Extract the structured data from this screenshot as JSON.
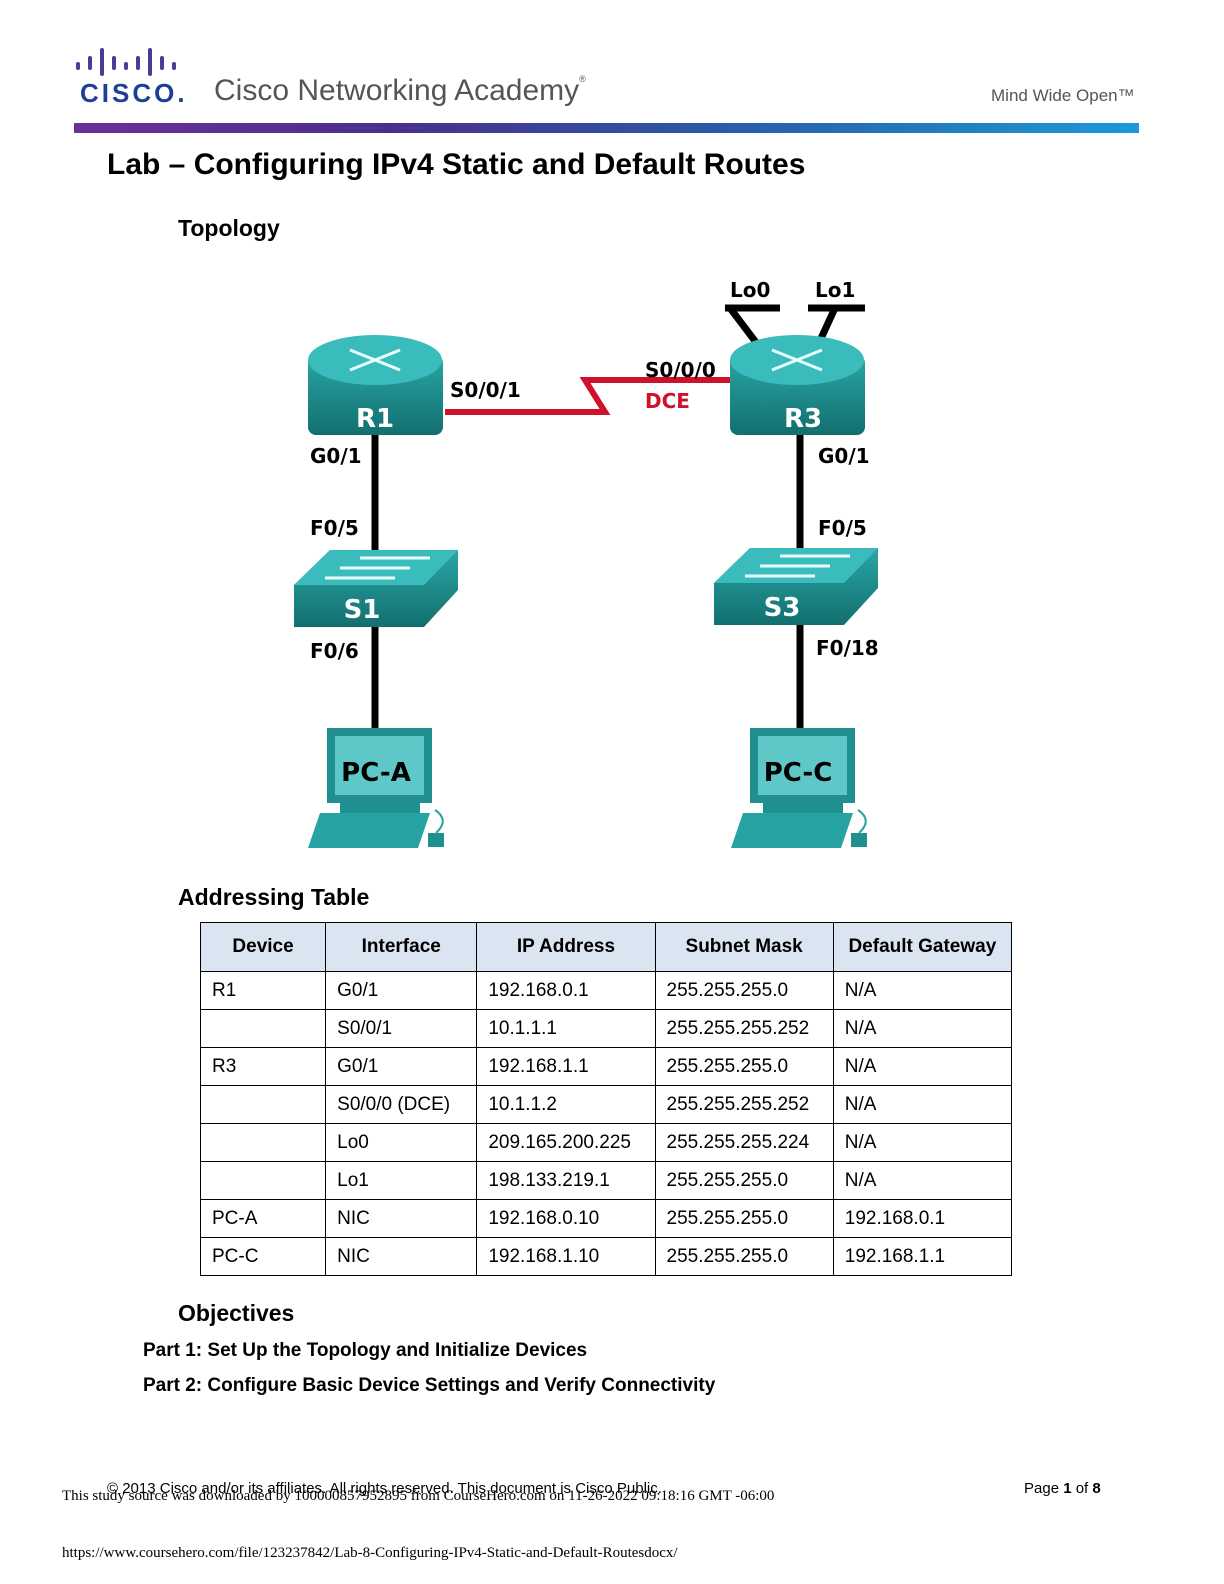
{
  "header": {
    "logo_word": "CISCO.",
    "academy": "Cisco Networking Academy",
    "academy_mark": "®",
    "tagline": "Mind Wide Open™",
    "brand_color": "#1d3f95"
  },
  "title": "Lab – Configuring IPv4 Static and Default Routes",
  "topology": {
    "heading": "Topology",
    "devices": {
      "r1": "R1",
      "r3": "R3",
      "s1": "S1",
      "s3": "S3",
      "pca": "PC-A",
      "pcc": "PC-C"
    },
    "labels": {
      "r1_serial": "S0/0/1",
      "r3_serial": "S0/0/0",
      "dce": "DCE",
      "r1_g": "G0/1",
      "r3_g": "G0/1",
      "s1_f5": "F0/5",
      "s3_f5": "F0/5",
      "s1_f6": "F0/6",
      "s3_f18": "F0/18",
      "lo0": "Lo0",
      "lo1": "Lo1"
    },
    "colors": {
      "device": "#1a8a8a",
      "serial_link": "#d0112b",
      "dce_text": "#d0112b"
    }
  },
  "addressing": {
    "heading": "Addressing Table",
    "columns": [
      "Device",
      "Interface",
      "IP Address",
      "Subnet Mask",
      "Default Gateway"
    ],
    "rows": [
      [
        "R1",
        "G0/1",
        "192.168.0.1",
        "255.255.255.0",
        "N/A"
      ],
      [
        "",
        "S0/0/1",
        "10.1.1.1",
        "255.255.255.252",
        "N/A"
      ],
      [
        "R3",
        "G0/1",
        "192.168.1.1",
        "255.255.255.0",
        "N/A"
      ],
      [
        "",
        "S0/0/0 (DCE)",
        "10.1.1.2",
        "255.255.255.252",
        "N/A"
      ],
      [
        "",
        "Lo0",
        "209.165.200.225",
        "255.255.255.224",
        "N/A"
      ],
      [
        "",
        "Lo1",
        "198.133.219.1",
        "255.255.255.0",
        "N/A"
      ],
      [
        "PC-A",
        "NIC",
        "192.168.0.10",
        "255.255.255.0",
        "192.168.0.1"
      ],
      [
        "PC-C",
        "NIC",
        "192.168.1.10",
        "255.255.255.0",
        "192.168.1.1"
      ]
    ]
  },
  "objectives": {
    "heading": "Objectives",
    "parts": [
      "Part 1: Set Up the Topology and Initialize Devices",
      "Part 2: Configure Basic Device Settings and Verify Connectivity"
    ]
  },
  "footer": {
    "copyright": "© 2013 Cisco and/or its affiliates. All rights reserved. This document is Cisco Public.",
    "page_prefix": "Page ",
    "page_num": "1",
    "page_of": " of ",
    "page_total": "8"
  },
  "watermark": "This study source was downloaded by 100000857952895 from CourseHero.com on 11-26-2022 09:18:16 GMT -06:00",
  "url": "https://www.coursehero.com/file/123237842/Lab-8-Configuring-IPv4-Static-and-Default-Routesdocx/"
}
